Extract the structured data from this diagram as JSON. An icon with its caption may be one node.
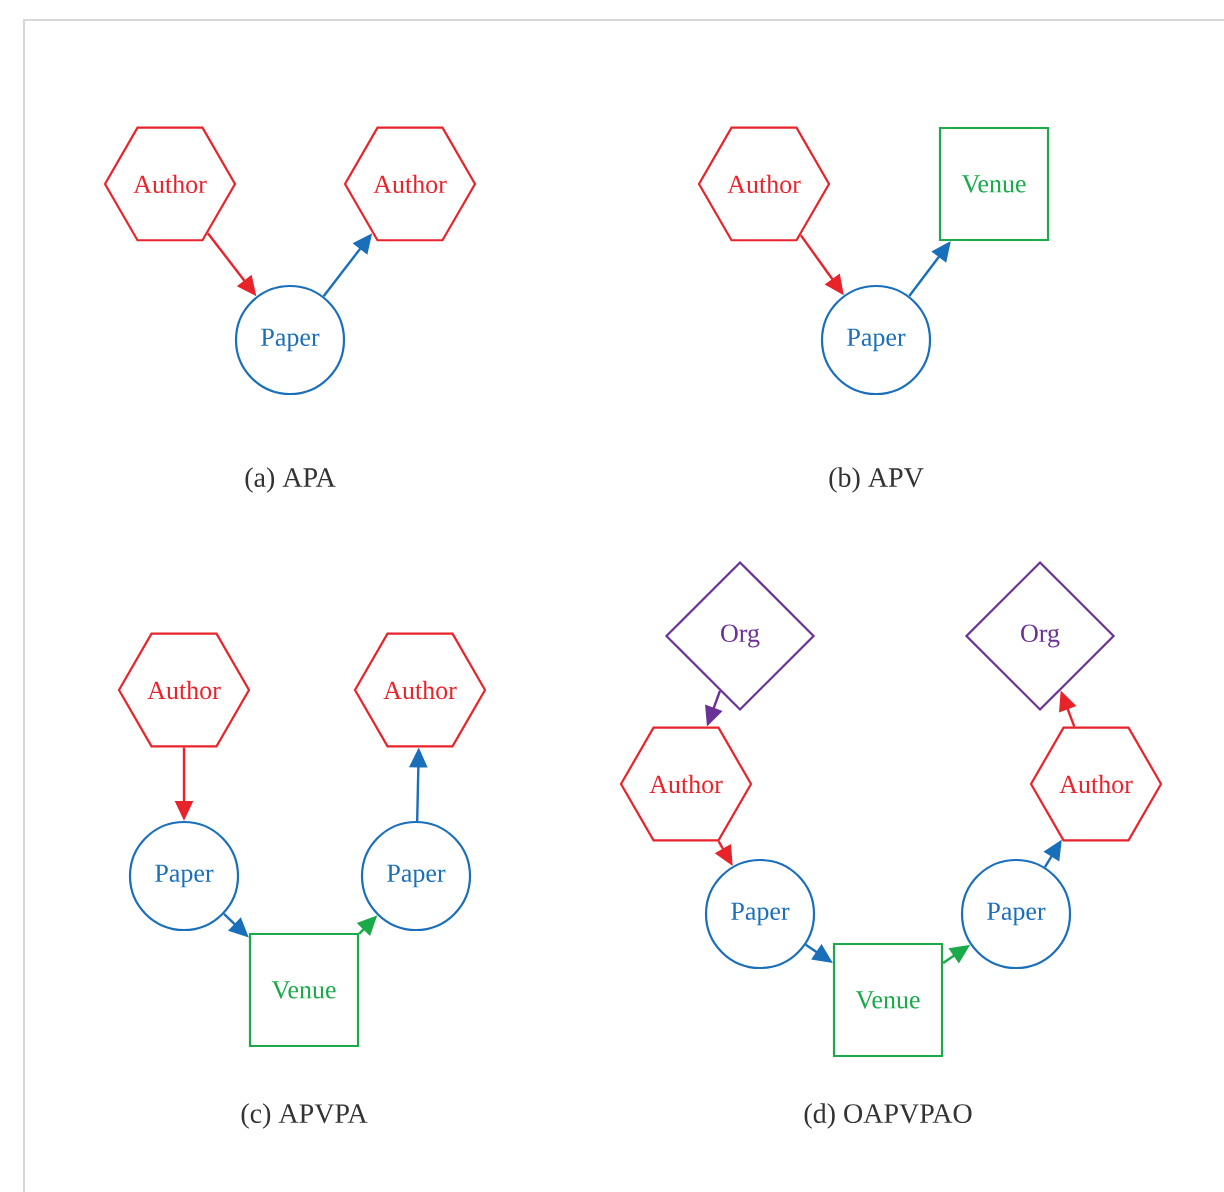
{
  "diagram": {
    "nodes": [
      {
        "text": [
          "Author"
        ]
      },
      {
        "text": [
          "Author"
        ]
      },
      {
        "text": [
          "Paper"
        ]
      },
      {
        "text": [
          "Author"
        ]
      },
      {
        "text": [
          "Venue"
        ]
      },
      {
        "text": [
          "Paper"
        ]
      },
      {
        "text": [
          "Author"
        ]
      },
      {
        "text": [
          "Author"
        ]
      },
      {
        "text": [
          "Paper"
        ]
      },
      {
        "text": [
          "Paper"
        ]
      },
      {
        "text": [
          "Venue"
        ]
      },
      {
        "text": [
          "Org"
        ]
      },
      {
        "text": [
          "Org"
        ]
      },
      {
        "text": [
          "Author"
        ]
      },
      {
        "text": [
          "Author"
        ]
      },
      {
        "text": [
          "Paper"
        ]
      },
      {
        "text": [
          "Paper"
        ]
      },
      {
        "text": [
          "Venue"
        ]
      }
    ],
    "edges": [
      {
        "from": 0,
        "to": 2,
        "arrow": "to",
        "color": "#e8232a"
      },
      {
        "from": 2,
        "to": 1,
        "arrow": "to",
        "color": "#1a6fba"
      },
      {
        "from": 3,
        "to": 5,
        "arrow": "to",
        "color": "#e8232a"
      },
      {
        "from": 5,
        "to": 4,
        "arrow": "to",
        "color": "#1a6fba"
      },
      {
        "from": 6,
        "to": 8,
        "arrow": "to",
        "color": "#e8232a"
      },
      {
        "from": 8,
        "to": 10,
        "arrow": "to",
        "color": "#1a6fba"
      },
      {
        "from": 10,
        "to": 9,
        "arrow": "to",
        "color": "#1aaa4a"
      },
      {
        "from": 9,
        "to": 7,
        "arrow": "to",
        "color": "#1a6fba"
      },
      {
        "from": 11,
        "to": 13,
        "arrow": "to",
        "color": "#6a3296"
      },
      {
        "from": 13,
        "to": 15,
        "arrow": "to",
        "color": "#e8232a"
      },
      {
        "from": 15,
        "to": 17,
        "arrow": "to",
        "color": "#1a6fba"
      },
      {
        "from": 17,
        "to": 16,
        "arrow": "to",
        "color": "#1aaa4a"
      },
      {
        "from": 16,
        "to": 14,
        "arrow": "to",
        "color": "#1a6fba"
      },
      {
        "from": 14,
        "to": 12,
        "arrow": "to",
        "color": "#e8232a"
      }
    ],
    "labels": [
      "(a) APA",
      "(b) APV",
      "(c) APVPA",
      "(d) OAPVPAO"
    ]
  }
}
